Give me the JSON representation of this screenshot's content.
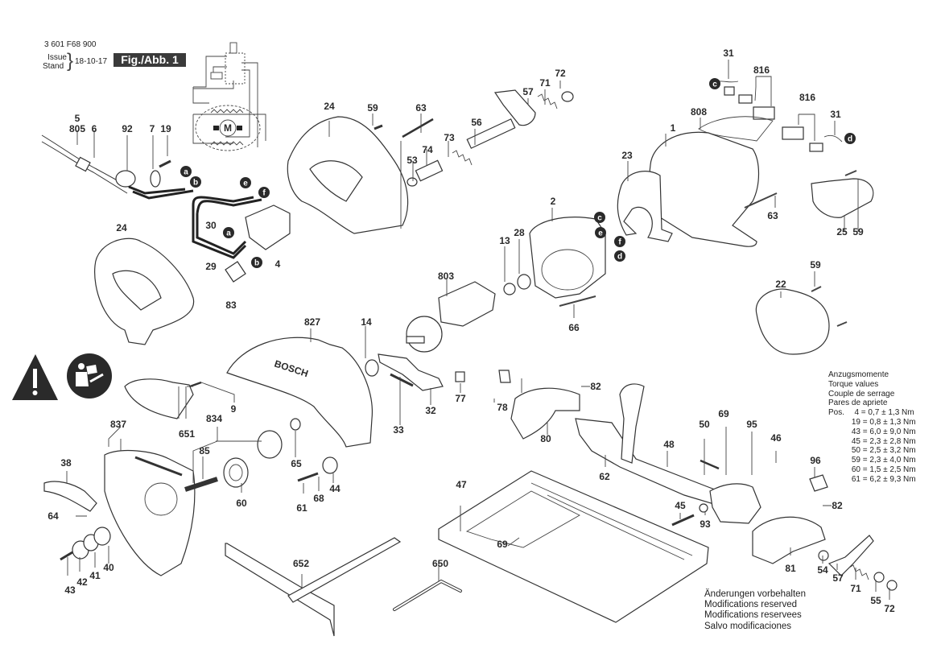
{
  "header": {
    "part_number": "3 601 F68 900",
    "issue_label": "Issue",
    "stand_label": "Stand",
    "date": "18-10-17",
    "figure_label": "Fig./Abb. 1"
  },
  "torque_table": {
    "titles": [
      "Anzugsmomente",
      "Torque values",
      "Couple de serrage",
      "Pares de apriete"
    ],
    "pos_label": "Pos.",
    "rows": [
      {
        "pos": "4",
        "value": "0,7 ± 1,3 Nm"
      },
      {
        "pos": "19",
        "value": "0,8 ± 1,3 Nm"
      },
      {
        "pos": "43",
        "value": "6,0 ± 9,0 Nm"
      },
      {
        "pos": "45",
        "value": "2,3 ± 2,8 Nm"
      },
      {
        "pos": "50",
        "value": "2,5 ± 3,2 Nm"
      },
      {
        "pos": "59",
        "value": "2,3 ± 4,0 Nm"
      },
      {
        "pos": "60",
        "value": "1,5 ± 2,5 Nm"
      },
      {
        "pos": "61",
        "value": "6,2 ± 9,3 Nm"
      }
    ]
  },
  "modifications_notice": [
    "Änderungen vorbehalten",
    "Modifications reserved",
    "Modifications reservees",
    "Salvo modificaciones"
  ],
  "brand_text": "BOSCH",
  "motor_symbol": "M",
  "connectors": [
    "a",
    "b",
    "c",
    "d",
    "e",
    "f"
  ],
  "part_labels": {
    "p5": "5",
    "p805": "805",
    "p6": "6",
    "p92": "92",
    "p7": "7",
    "p19": "19",
    "p24a": "24",
    "p24b": "24",
    "p30": "30",
    "p29": "29",
    "p4": "4",
    "p83": "83",
    "p59a": "59",
    "p63a": "63",
    "p53": "53",
    "p74": "74",
    "p73": "73",
    "p56": "56",
    "p57a": "57",
    "p71a": "71",
    "p72a": "72",
    "p31a": "31",
    "p816a": "816",
    "p816b": "816",
    "p31b": "31",
    "p808": "808",
    "p1": "1",
    "p23": "23",
    "p63b": "63",
    "p25": "25",
    "p59b": "59",
    "p59c": "59",
    "p22": "22",
    "p2": "2",
    "p13": "13",
    "p28": "28",
    "p66": "66",
    "p803": "803",
    "p14": "14",
    "p827": "827",
    "p77": "77",
    "p32": "32",
    "p33": "33",
    "p9": "9",
    "p651": "651",
    "p837": "837",
    "p834": "834",
    "p85": "85",
    "p65": "65",
    "p60": "60",
    "p61": "61",
    "p68": "68",
    "p44": "44",
    "p38": "38",
    "p64": "64",
    "p43": "43",
    "p42": "42",
    "p41": "41",
    "p40": "40",
    "p652": "652",
    "p650": "650",
    "p47": "47",
    "p69a": "69",
    "p78": "78",
    "p82a": "82",
    "p80": "80",
    "p62": "62",
    "p48": "48",
    "p50": "50",
    "p69b": "69",
    "p95": "95",
    "p46": "46",
    "p45": "45",
    "p93": "93",
    "p96": "96",
    "p82b": "82",
    "p81": "81",
    "p54": "54",
    "p57b": "57",
    "p71b": "71",
    "p55": "55",
    "p72b": "72"
  }
}
